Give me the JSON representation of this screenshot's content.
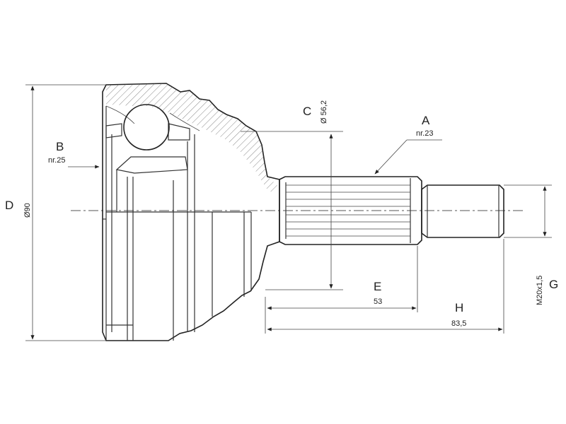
{
  "labels": {
    "A": "A",
    "A_sub": "nr.23",
    "B": "B",
    "B_sub": "nr.25",
    "C": "C",
    "C_sub": "Ø 56,2",
    "D": "D",
    "D_sub": "Ø90",
    "E": "E",
    "E_sub": "53",
    "H": "H",
    "H_sub": "83,5",
    "G": "G",
    "G_sub": "M20x1,5"
  },
  "colors": {
    "line": "#333333",
    "background": "#ffffff"
  }
}
